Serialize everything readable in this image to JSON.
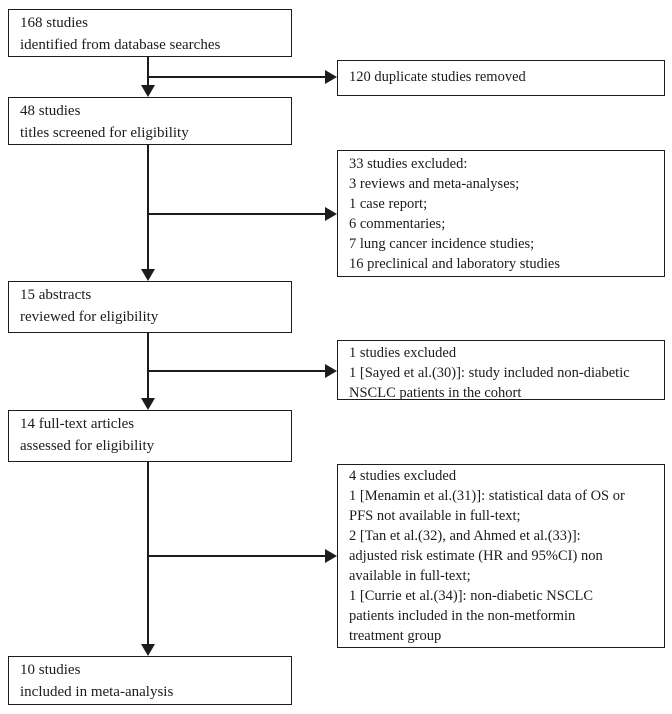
{
  "flowchart": {
    "type": "study-selection-flow-diagram",
    "colors": {
      "ink": "#1c1c1c",
      "background": "#ffffff"
    },
    "boxes": {
      "identified": "168 studies\nidentified from database searches",
      "duplicates_removed": "120 duplicate studies removed",
      "titles_screened": "48 studies\ntitles screened for eligibility",
      "excluded_after_titles": "33 studies excluded:\n3 reviews and meta-analyses;\n1 case report;\n6 commentaries;\n7 lung cancer incidence studies;\n16 preclinical and laboratory studies",
      "abstracts_reviewed": "15 abstracts\nreviewed for eligibility",
      "excluded_after_abstracts": "1 studies excluded\n1 [Sayed et al.(30)]: study included non-diabetic\nNSCLC patients in the cohort",
      "fulltext_assessed": "14 full-text articles\nassessed for eligibility",
      "excluded_after_fulltext": "4 studies excluded\n1 [Menamin et al.(31)]: statistical data of OS or\nPFS not available in full-text;\n2 [Tan et al.(32), and Ahmed et al.(33)]:\nadjusted risk estimate (HR and 95%CI) non\navailable in full-text;\n1 [Currie et al.(34)]: non-diabetic NSCLC\npatients included in the non-metformin\ntreatment group",
      "included": "10 studies\nincluded in meta-analysis"
    }
  }
}
